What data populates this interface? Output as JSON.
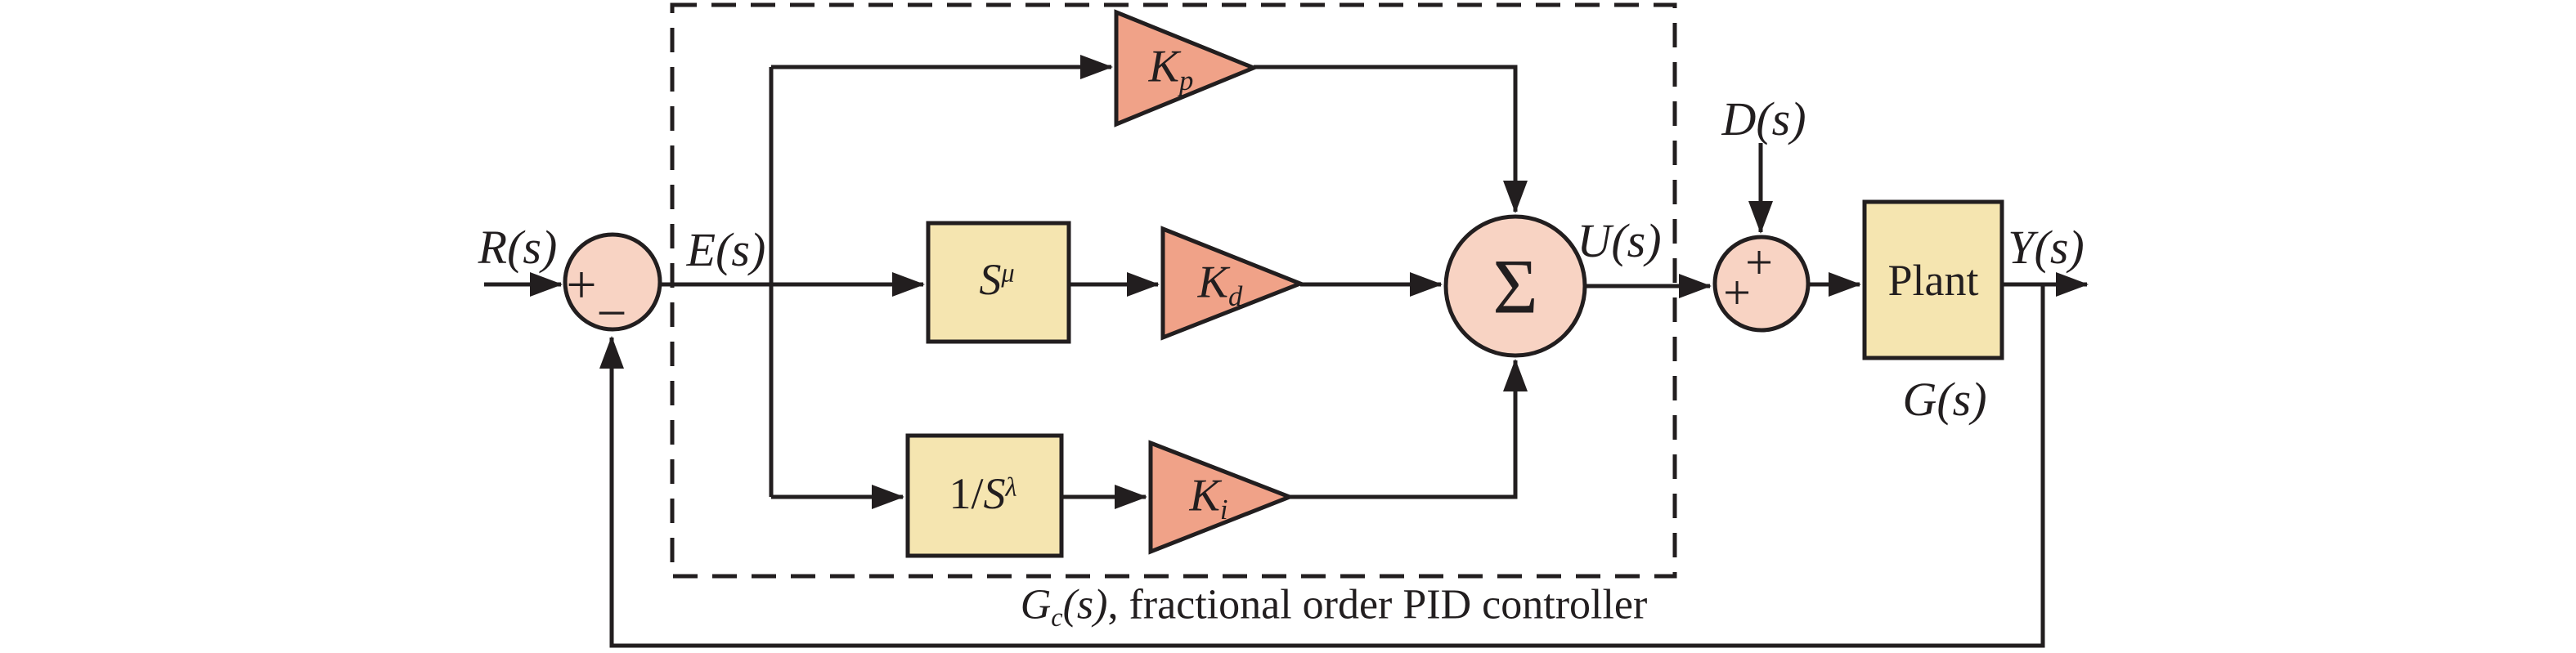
{
  "diagram": {
    "caption": {
      "prefix_main": "G",
      "prefix_sub": "c",
      "prefix_args": "(s)",
      "rest": ", fractional order PID controller"
    },
    "signals": {
      "reference": "R(s)",
      "error": "E(s)",
      "control": "U(s)",
      "disturbance": "D(s)",
      "output": "Y(s)",
      "plant_tf": "G(s)"
    },
    "blocks": {
      "derivative_operator": {
        "main": "S",
        "sup": "μ"
      },
      "integral_operator": {
        "pre": "1/",
        "main": "S",
        "sup": "λ"
      },
      "plant": "Plant"
    },
    "gains": {
      "proportional": {
        "main": "K",
        "sub": "p"
      },
      "derivative": {
        "main": "K",
        "sub": "d"
      },
      "integral": {
        "main": "K",
        "sub": "i"
      }
    },
    "junctions": {
      "sum1_plus": "+",
      "sum1_minus": "−",
      "sigma": "Σ",
      "sum2_plus_top": "+",
      "sum2_plus_left": "+"
    },
    "colors": {
      "junction_fill": "#f8d3c3",
      "gain_fill": "#f0a288",
      "block_fill": "#f5e5b0",
      "line": "#221e1f"
    }
  }
}
